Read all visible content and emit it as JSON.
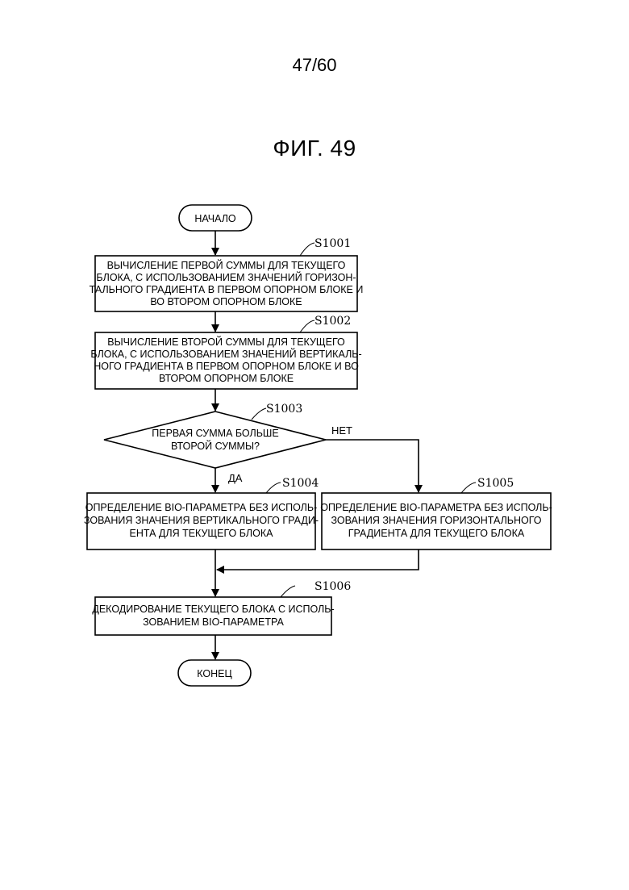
{
  "page_number": "47/60",
  "figure_title": "ФИГ. 49",
  "nodes": {
    "start": {
      "label": "НАЧАЛО"
    },
    "s1001": {
      "ref": "S1001",
      "lines": [
        "ВЫЧИСЛЕНИЕ ПЕРВОЙ СУММЫ ДЛЯ ТЕКУЩЕГО",
        "БЛОКА, С ИСПОЛЬЗОВАНИЕМ ЗНАЧЕНИЙ ГОРИЗОН-",
        "ТАЛЬНОГО ГРАДИЕНТА В ПЕРВОМ ОПОРНОМ БЛОКЕ И",
        "ВО ВТОРОМ ОПОРНОМ БЛОКЕ"
      ]
    },
    "s1002": {
      "ref": "S1002",
      "lines": [
        "ВЫЧИСЛЕНИЕ ВТОРОЙ СУММЫ ДЛЯ ТЕКУЩЕГО",
        "БЛОКА, С ИСПОЛЬЗОВАНИЕМ ЗНАЧЕНИЙ ВЕРТИКАЛЬ-",
        "НОГО ГРАДИЕНТА В ПЕРВОМ ОПОРНОМ БЛОКЕ И ВО",
        "ВТОРОМ ОПОРНОМ БЛОКЕ"
      ]
    },
    "s1003": {
      "ref": "S1003",
      "lines": [
        "ПЕРВАЯ СУММА БОЛЬШЕ",
        "ВТОРОЙ СУММЫ?"
      ]
    },
    "s1004": {
      "ref": "S1004",
      "lines": [
        "ОПРЕДЕЛЕНИЕ BIO-ПАРАМЕТРА БЕЗ ИСПОЛЬ-",
        "ЗОВАНИЯ ЗНАЧЕНИЯ ВЕРТИКАЛЬНОГО ГРАДИ-",
        "ЕНТА ДЛЯ ТЕКУЩЕГО БЛОКА"
      ]
    },
    "s1005": {
      "ref": "S1005",
      "lines": [
        "ОПРЕДЕЛЕНИЕ BIO-ПАРАМЕТРА БЕЗ ИСПОЛЬ-",
        "ЗОВАНИЯ ЗНАЧЕНИЯ ГОРИЗОНТАЛЬНОГО",
        "ГРАДИЕНТА ДЛЯ ТЕКУЩЕГО БЛОКА"
      ]
    },
    "s1006": {
      "ref": "S1006",
      "lines": [
        "ДЕКОДИРОВАНИЕ ТЕКУЩЕГО БЛОКА С ИСПОЛЬ-",
        "ЗОВАНИЕМ BIO-ПАРАМЕТРА"
      ]
    },
    "end": {
      "label": "КОНЕЦ"
    }
  },
  "edges": {
    "yes_label": "ДА",
    "no_label": "НЕТ"
  }
}
